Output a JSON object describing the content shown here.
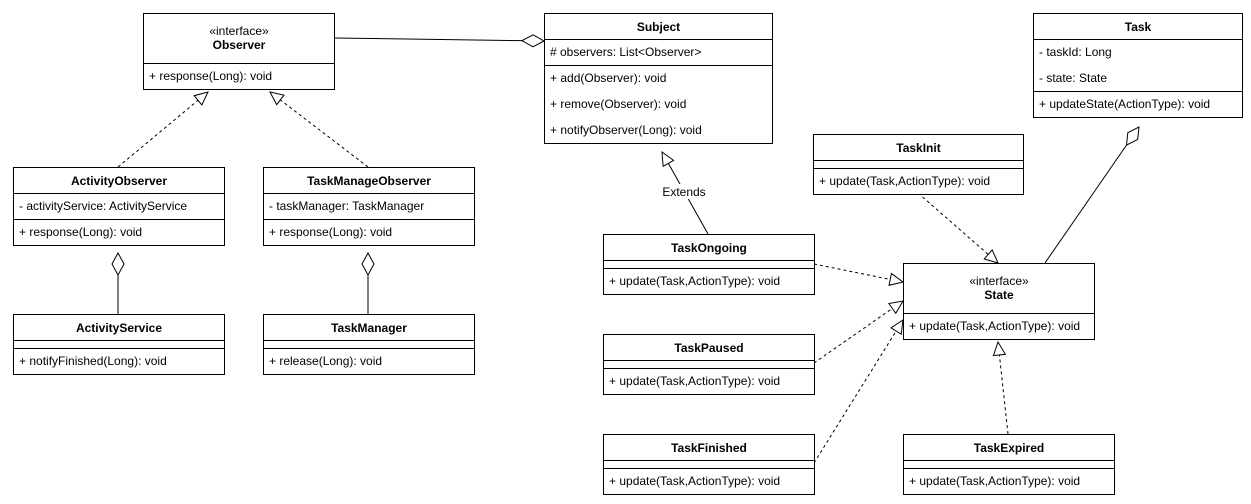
{
  "classes": [
    {
      "id": "observer",
      "stereotype": "«interface»",
      "name": "Observer",
      "attributes": [],
      "operations": [
        "+ response(Long): void"
      ]
    },
    {
      "id": "subject",
      "stereotype": "",
      "name": "Subject",
      "attributes": [
        "# observers: List<Observer>"
      ],
      "operations": [
        "+ add(Observer): void",
        "+ remove(Observer): void",
        "+ notifyObserver(Long): void"
      ]
    },
    {
      "id": "task",
      "stereotype": "",
      "name": "Task",
      "attributes": [
        "- taskId: Long",
        "- state: State"
      ],
      "operations": [
        "+ updateState(ActionType): void"
      ]
    },
    {
      "id": "activity-observer",
      "stereotype": "",
      "name": "ActivityObserver",
      "attributes": [
        "- activityService: ActivityService"
      ],
      "operations": [
        "+ response(Long): void"
      ]
    },
    {
      "id": "task-manage-observer",
      "stereotype": "",
      "name": "TaskManageObserver",
      "attributes": [
        "- taskManager: TaskManager"
      ],
      "operations": [
        "+ response(Long): void"
      ]
    },
    {
      "id": "activity-service",
      "stereotype": "",
      "name": "ActivityService",
      "attributes": [],
      "operations": [
        "+ notifyFinished(Long): void"
      ]
    },
    {
      "id": "task-manager",
      "stereotype": "",
      "name": "TaskManager",
      "attributes": [],
      "operations": [
        "+ release(Long): void"
      ]
    },
    {
      "id": "task-init",
      "stereotype": "",
      "name": "TaskInit",
      "attributes": [],
      "operations": [
        "+ update(Task,ActionType): void"
      ]
    },
    {
      "id": "task-ongoing",
      "stereotype": "",
      "name": "TaskOngoing",
      "attributes": [],
      "operations": [
        "+ update(Task,ActionType): void"
      ]
    },
    {
      "id": "task-paused",
      "stereotype": "",
      "name": "TaskPaused",
      "attributes": [],
      "operations": [
        "+ update(Task,ActionType): void"
      ]
    },
    {
      "id": "task-finished",
      "stereotype": "",
      "name": "TaskFinished",
      "attributes": [],
      "operations": [
        "+ update(Task,ActionType): void"
      ]
    },
    {
      "id": "state",
      "stereotype": "«interface»",
      "name": "State",
      "attributes": [],
      "operations": [
        "+ update(Task,ActionType): void"
      ]
    },
    {
      "id": "task-expired",
      "stereotype": "",
      "name": "TaskExpired",
      "attributes": [],
      "operations": [
        "+ update(Task,ActionType): void"
      ]
    }
  ],
  "relations": [
    {
      "id": "activity-observer-realizes-observer",
      "type": "realization",
      "from": "activity-observer",
      "to": "observer",
      "label": ""
    },
    {
      "id": "task-manage-observer-realizes-observer",
      "type": "realization",
      "from": "task-manage-observer",
      "to": "observer",
      "label": ""
    },
    {
      "id": "subject-aggregates-observer",
      "type": "aggregation",
      "from": "observer",
      "to": "subject",
      "label": ""
    },
    {
      "id": "activity-observer-aggregates-service",
      "type": "aggregation",
      "from": "activity-service",
      "to": "activity-observer",
      "label": ""
    },
    {
      "id": "task-manage-observer-aggregates-manager",
      "type": "aggregation",
      "from": "task-manager",
      "to": "task-manage-observer",
      "label": ""
    },
    {
      "id": "task-ongoing-extends-subject",
      "type": "generalization",
      "from": "task-ongoing",
      "to": "subject",
      "label": "Extends"
    },
    {
      "id": "task-aggregates-state",
      "type": "aggregation",
      "from": "state",
      "to": "task",
      "label": ""
    },
    {
      "id": "task-init-realizes-state",
      "type": "realization",
      "from": "task-init",
      "to": "state",
      "label": ""
    },
    {
      "id": "task-ongoing-realizes-state",
      "type": "realization",
      "from": "task-ongoing",
      "to": "state",
      "label": ""
    },
    {
      "id": "task-paused-realizes-state",
      "type": "realization",
      "from": "task-paused",
      "to": "state",
      "label": ""
    },
    {
      "id": "task-finished-realizes-state",
      "type": "realization",
      "from": "task-finished",
      "to": "state",
      "label": ""
    },
    {
      "id": "task-expired-realizes-state",
      "type": "realization",
      "from": "task-expired",
      "to": "state",
      "label": ""
    }
  ]
}
